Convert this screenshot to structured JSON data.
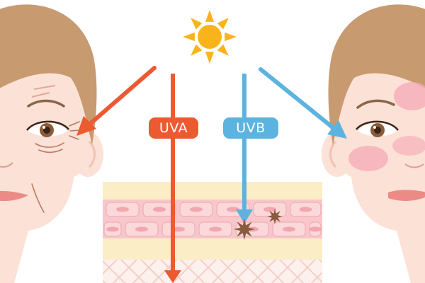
{
  "labels": {
    "uva": "UVA",
    "uvb": "UVB"
  },
  "colors": {
    "uva": "#ec5a32",
    "uvb": "#5db3df",
    "sun": "#f9b41c",
    "skin": "#fbe1d6",
    "hair": "#c89a70",
    "skin_layer_cream": "#fbedc5",
    "skin_layer_cells": "#f7c7cb"
  },
  "icons": [
    "sun-icon",
    "uva-arrow",
    "uvb-arrow",
    "aged-face",
    "sunburned-face",
    "skin-cross-section",
    "dark-spot-icon"
  ]
}
